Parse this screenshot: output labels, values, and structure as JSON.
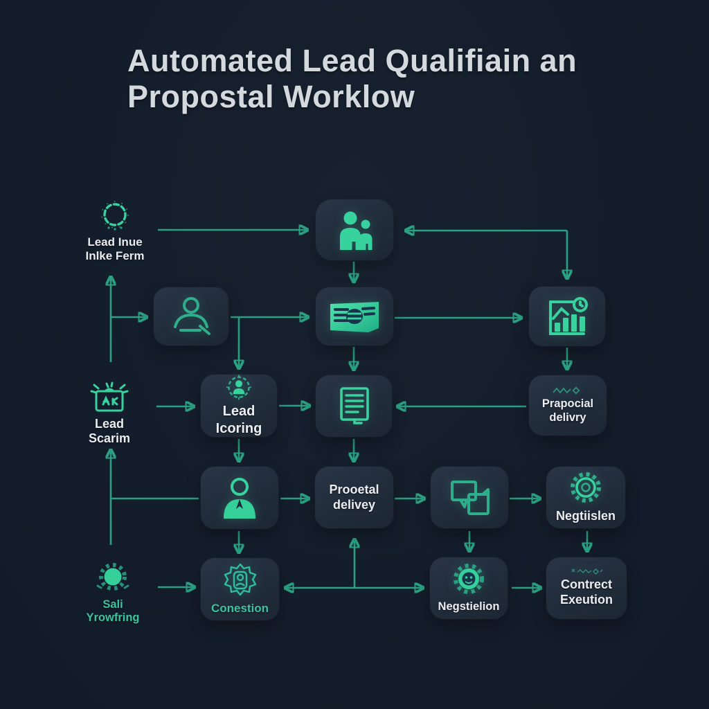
{
  "title": {
    "line1": "Automated Lead Qualifiain an",
    "line2": "Propostal Worklow"
  },
  "colors": {
    "background": "#141d2b",
    "node_background": "#232e3d",
    "connector_teal": "#2aa183",
    "icon_mint": "#38d29e",
    "title_text": "#d4d9de",
    "label_text": "#eaeef2",
    "teal_label_text": "#3cc3a0"
  },
  "floating": {
    "lead_intake": {
      "icon": "sketch-gear-icon",
      "line1": "Lead Inue",
      "line2": "Inlke Ferm"
    },
    "lead_scoring": {
      "icon": "tv-burst-icon",
      "label": "Lead Scarim"
    },
    "sales_workflow": {
      "icon": "sun-gear-icon",
      "label": "Sali Yrowfring"
    }
  },
  "nodes": {
    "contacts": {
      "icon": "users-icon"
    },
    "agent": {
      "icon": "person-outline-icon"
    },
    "lead_card": {
      "icon": "id-card-icon"
    },
    "analytics": {
      "icon": "bar-chart-icon"
    },
    "lead_scoring": {
      "icon": "badge-person-icon",
      "label": "Lead Icoring"
    },
    "document": {
      "icon": "document-icon"
    },
    "proposal_delivery_top": {
      "icon": "zigzag-glyph",
      "line1": "Prapocial",
      "line2": "delivry"
    },
    "qualified_lead": {
      "icon": "person-filled-icon"
    },
    "proposal_delivery_mid": {
      "line1": "Prooetal",
      "line2": "delivey"
    },
    "chat": {
      "icon": "chat-bubbles-icon"
    },
    "negotiation_top": {
      "icon": "gear-outline-icon",
      "label": "Negtiislen"
    },
    "conversion": {
      "icon": "seal-person-icon",
      "label": "Conestion"
    },
    "negotiation_bottom": {
      "icon": "gear-filled-icon",
      "label": "Negstielion"
    },
    "contract_execution": {
      "icon": "sparkle-glyph",
      "line1": "Contrect",
      "line2": "Exeution"
    }
  }
}
